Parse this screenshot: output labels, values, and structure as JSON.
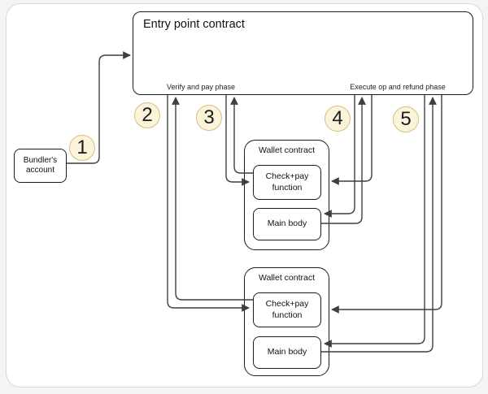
{
  "colors": {
    "page_background": "#f4f4f6",
    "frame_border": "#d6d9da",
    "box_border": "#1c1c1c",
    "connector": "#3f3f3f",
    "step_circle_fill": "#fcf4da",
    "step_circle_stroke": "#d6bf7e"
  },
  "nodes": {
    "entry": {
      "label": "Entry point contract",
      "verify_phase_label": "Verify and pay phase",
      "execute_phase_label": "Execute op and refund phase"
    },
    "bundler": {
      "label": "Bundler's account"
    },
    "wallet_top": {
      "label": "Wallet contract",
      "check_pay_label": "Check+pay function",
      "main_body_label": "Main body"
    },
    "wallet_bottom": {
      "label": "Wallet contract",
      "check_pay_label": "Check+pay function",
      "main_body_label": "Main body"
    }
  },
  "steps": [
    {
      "label": "1"
    },
    {
      "label": "2"
    },
    {
      "label": "3"
    },
    {
      "label": "4"
    },
    {
      "label": "5"
    }
  ]
}
